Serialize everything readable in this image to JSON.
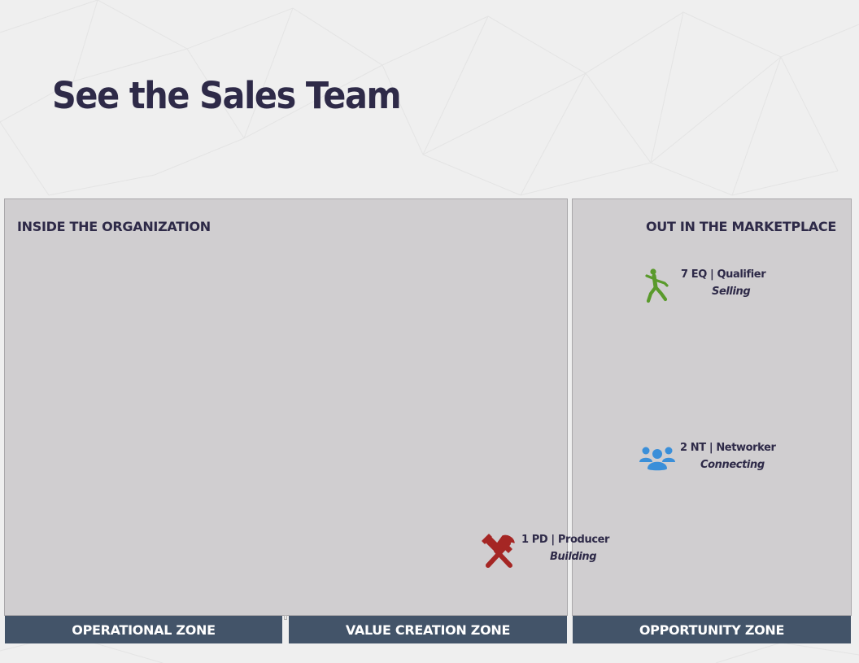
{
  "page": {
    "title": "See the Sales Team"
  },
  "panels": {
    "inside": {
      "heading": "INSIDE THE ORGANIZATION"
    },
    "outside": {
      "heading": "OUT IN THE MARKETPLACE"
    }
  },
  "zones": {
    "operational": "OPERATIONAL ZONE",
    "value_creation": "VALUE CREATION ZONE",
    "opportunity": "OPPORTUNITY ZONE"
  },
  "roles": {
    "qualifier": {
      "name": "7 EQ | Qualifier",
      "action": "Selling",
      "icon": "runner-icon",
      "color": "#5a9a2c"
    },
    "networker": {
      "name": "2 NT | Networker",
      "action": "Connecting",
      "icon": "people-group-icon",
      "color": "#3a8fd9"
    },
    "producer": {
      "name": "1 PD | Producer",
      "action": "Building",
      "icon": "hammer-wrench-icon",
      "color": "#a52624"
    }
  },
  "colors": {
    "title_text": "#2e2a48",
    "panel_fill": "#cccacc",
    "zone_bar": "#435469",
    "background": "#efefef"
  }
}
